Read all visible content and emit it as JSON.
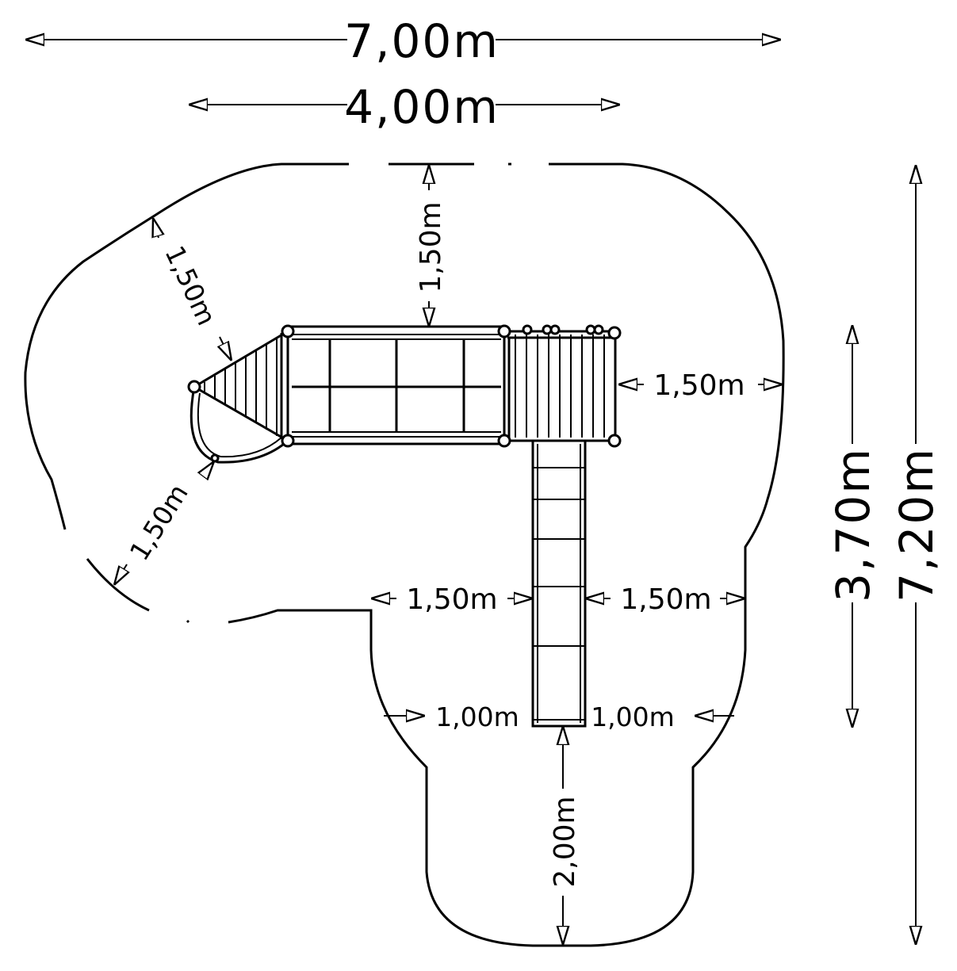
{
  "dimensions": {
    "overall_width": "7,00m",
    "equipment_width": "4,00m",
    "top_clearance": "1,50m",
    "left_diagonal_clearance": "1,50m",
    "lower_left_clearance": "1,50m",
    "right_clearance": "1,50m",
    "slide_left_clearance": "1,50m",
    "slide_right_clearance": "1,50m",
    "slide_exit_left": "1,00m",
    "slide_exit_right": "1,00m",
    "slide_runout": "2,00m",
    "equipment_depth": "3,70m",
    "overall_depth": "7,20m"
  }
}
